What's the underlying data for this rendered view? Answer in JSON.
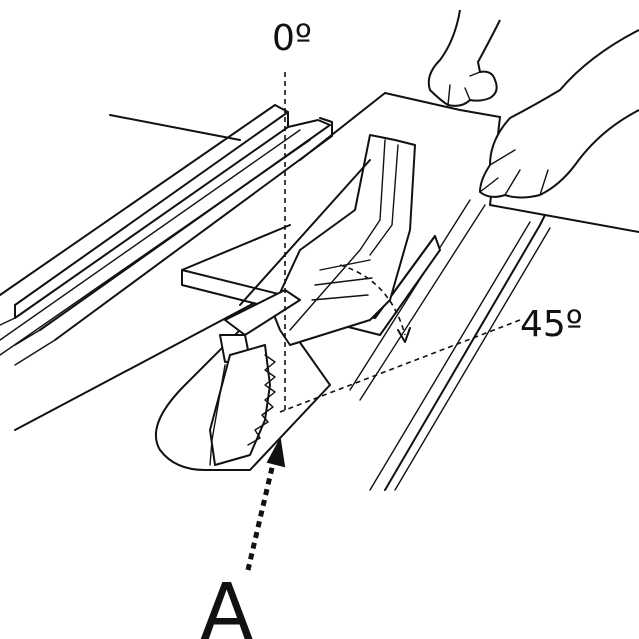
{
  "labels": {
    "angle_vertical": "0º",
    "angle_bevel": "45º",
    "view_marker": "A"
  },
  "icons": {
    "hands": "hands-icon",
    "blade": "saw-blade-icon",
    "arrow": "dotted-arrow-icon"
  }
}
